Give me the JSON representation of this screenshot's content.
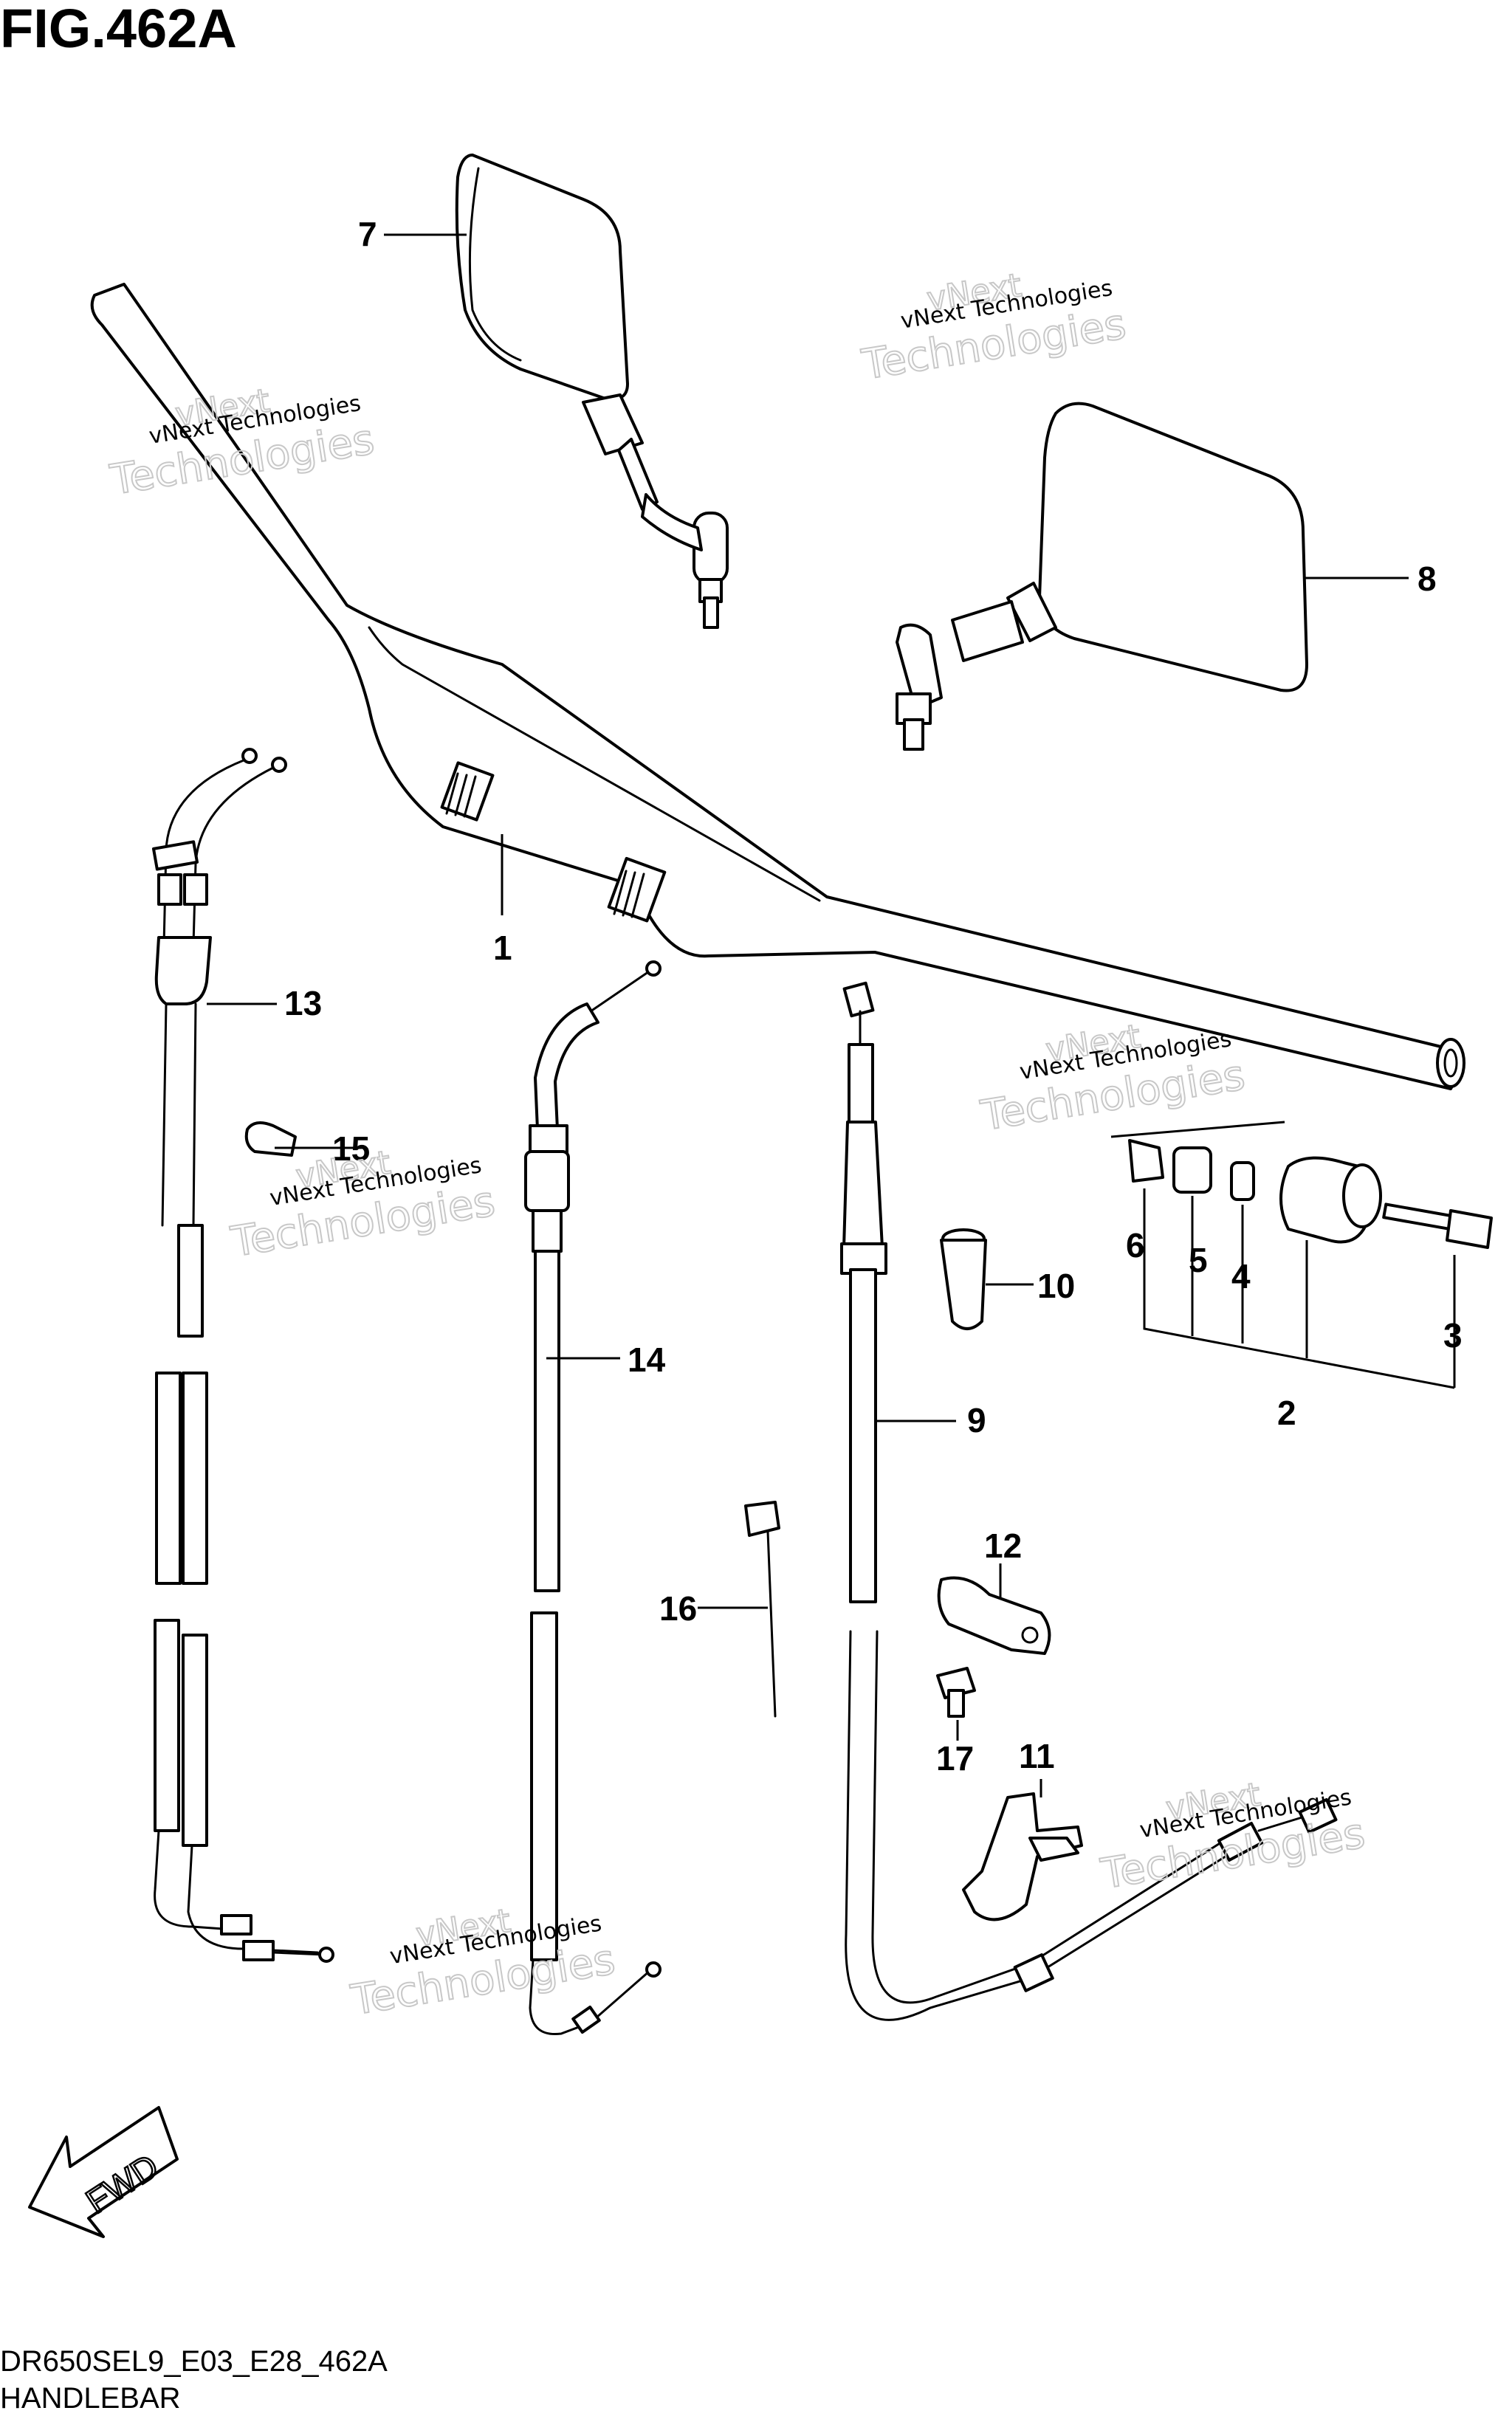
{
  "figure_title": "FIG.462A",
  "model_code": "DR650SEL9_E03_E28_462A",
  "section_name": "HANDLEBAR",
  "direction_label": "FWD",
  "watermark": {
    "line1": "vNext Technologies",
    "line2": "vNext",
    "line3": "Technologies"
  },
  "callouts": [
    "1",
    "2",
    "3",
    "4",
    "5",
    "6",
    "7",
    "8",
    "9",
    "10",
    "11",
    "12",
    "13",
    "14",
    "15",
    "16",
    "17"
  ]
}
